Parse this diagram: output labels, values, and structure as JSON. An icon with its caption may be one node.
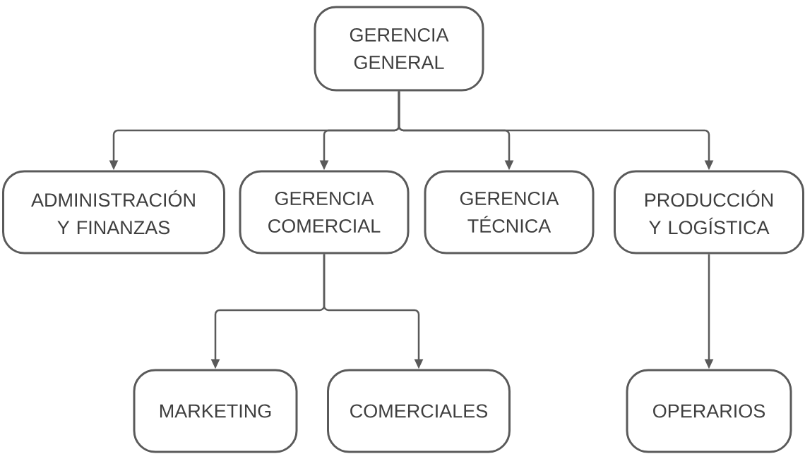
{
  "diagram": {
    "nodes": [
      {
        "text": [
          "GERENCIA GENERAL"
        ]
      },
      {
        "text": [
          "ADMINISTRACIÓN Y FINANZAS"
        ]
      },
      {
        "text": [
          "GERENCIA COMERCIAL"
        ]
      },
      {
        "text": [
          "GERENCIA TÉCNICA"
        ]
      },
      {
        "text": [
          "PRODUCCIÓN Y LOGÍSTICA"
        ]
      },
      {
        "text": [
          "MARKETING"
        ]
      },
      {
        "text": [
          "COMERCIALES"
        ]
      },
      {
        "text": [
          "OPERARIOS"
        ]
      }
    ],
    "edges": [
      {
        "from": 0,
        "to": 1,
        "arrow": "to"
      },
      {
        "from": 0,
        "to": 2,
        "arrow": "to"
      },
      {
        "from": 0,
        "to": 3,
        "arrow": "to"
      },
      {
        "from": 0,
        "to": 4,
        "arrow": "to"
      },
      {
        "from": 2,
        "to": 5,
        "arrow": "to"
      },
      {
        "from": 2,
        "to": 6,
        "arrow": "to"
      },
      {
        "from": 4,
        "to": 7,
        "arrow": "to"
      }
    ]
  }
}
